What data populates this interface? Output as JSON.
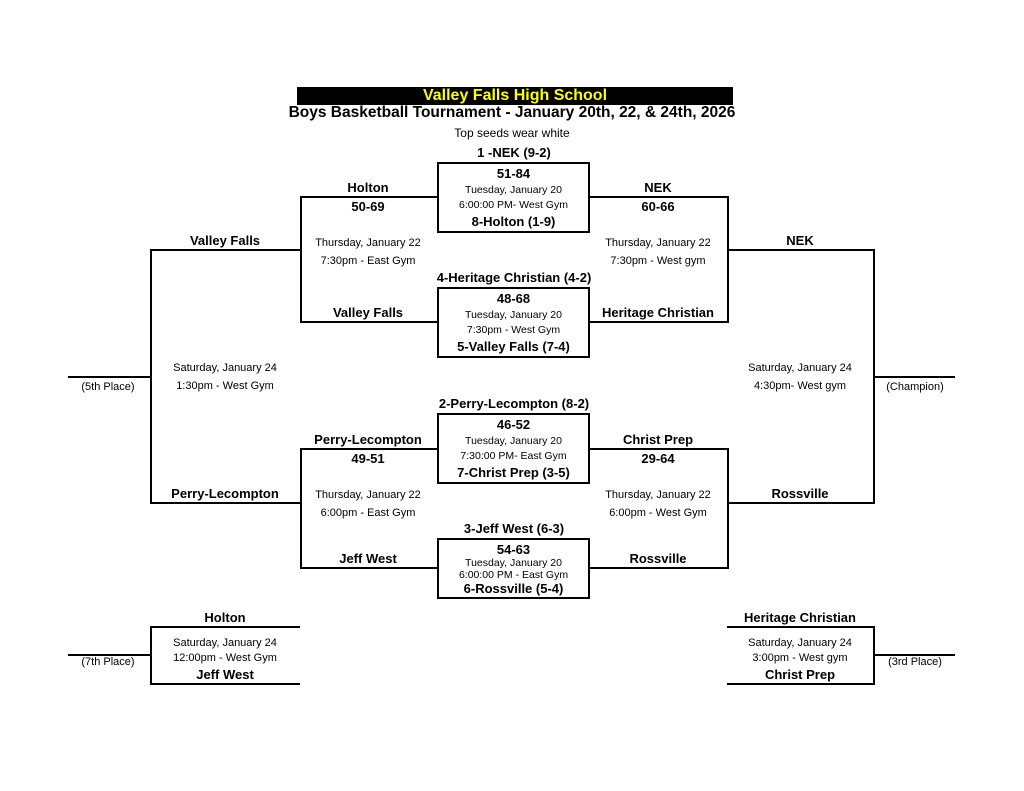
{
  "banner": {
    "title": "Valley Falls High School",
    "bg_color": "#000000",
    "text_color": "#FFFF00"
  },
  "subtitle": "Boys Basketball Tournament - January 20th, 22, & 24th, 2026",
  "note": "Top seeds wear white",
  "quarterfinals": [
    {
      "top_seed": "1 -NEK (9-2)",
      "score": "51-84",
      "date": "Tuesday, January 20",
      "time_venue": "6:00:00 PM- West Gym",
      "bottom_seed": "8-Holton (1-9)"
    },
    {
      "top_seed": "4-Heritage Christian (4-2)",
      "score": "48-68",
      "date": "Tuesday, January 20",
      "time_venue": "7:30pm - West Gym",
      "bottom_seed": "5-Valley Falls (7-4)"
    },
    {
      "top_seed": "2-Perry-Lecompton (8-2)",
      "score": "46-52",
      "date": "Tuesday, January 20",
      "time_venue": "7:30:00 PM- East Gym",
      "bottom_seed": "7-Christ Prep (3-5)"
    },
    {
      "top_seed": "3-Jeff West (6-3)",
      "score": "54-63",
      "date": "Tuesday, January 20",
      "time_venue": "6:00:00 PM - East Gym",
      "bottom_seed": "6-Rossville (5-4)"
    }
  ],
  "consolation_semifinals": [
    {
      "top_team": "Holton",
      "score": "50-69",
      "date": "Thursday, January 22",
      "time_venue": "7:30pm - East Gym",
      "bottom_team": "Valley Falls",
      "winner": "Valley Falls"
    },
    {
      "top_team": "Perry-Lecompton",
      "score": "49-51",
      "date": "Thursday, January 22",
      "time_venue": "6:00pm - East Gym",
      "bottom_team": "Jeff West",
      "winner": "Perry-Lecompton"
    }
  ],
  "championship_semifinals": [
    {
      "top_team": "NEK",
      "score": "60-66",
      "date": "Thursday, January 22",
      "time_venue": "7:30pm - West gym",
      "bottom_team": "Heritage Christian",
      "winner": "NEK"
    },
    {
      "top_team": "Christ Prep",
      "score": "29-64",
      "date": "Thursday, January 22",
      "time_venue": "6:00pm - West Gym",
      "bottom_team": "Rossville",
      "winner": "Rossville"
    }
  ],
  "fifth_place_game": {
    "label": "(5th Place)",
    "date": "Saturday, January 24",
    "time_venue": "1:30pm - West Gym"
  },
  "championship_game": {
    "label": "(Champion)",
    "date": "Saturday, January 24",
    "time_venue": "4:30pm- West gym"
  },
  "seventh_place_game": {
    "label": "(7th Place)",
    "top_team": "Holton",
    "date": "Saturday, January 24",
    "time_venue": "12:00pm - West Gym",
    "bottom_team": "Jeff West"
  },
  "third_place_game": {
    "label": "(3rd Place)",
    "top_team": "Heritage Christian",
    "date": "Saturday, January 24",
    "time_venue": "3:00pm - West gym",
    "bottom_team": "Christ Prep"
  }
}
